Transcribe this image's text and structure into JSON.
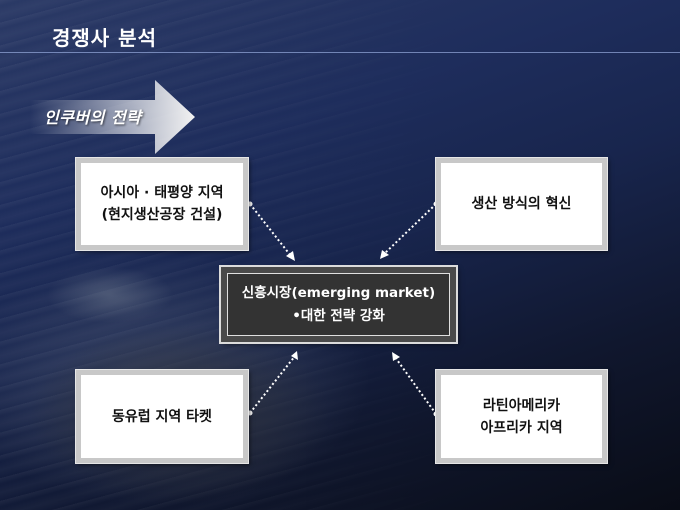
{
  "slide": {
    "title": "경쟁사 분석",
    "arrow_label": "인쿠버의 전략",
    "center": {
      "line1": "신흥시장(emerging market)",
      "line2": "•대한 전략 강화"
    },
    "boxes": {
      "top_left": {
        "line1": "아시아 · 태평양 지역",
        "line2": "(현지생산공장 건설)"
      },
      "top_right": {
        "line1": "생산 방식의 혁신"
      },
      "bottom_left": {
        "line1": "동유럽 지역 타켓"
      },
      "bottom_right": {
        "line1": "라틴아메리카",
        "line2": "아프리카 지역"
      }
    },
    "colors": {
      "background_top": "#1e2d5c",
      "center_fill": "#333333",
      "box_border": "#c8c8c8"
    }
  }
}
